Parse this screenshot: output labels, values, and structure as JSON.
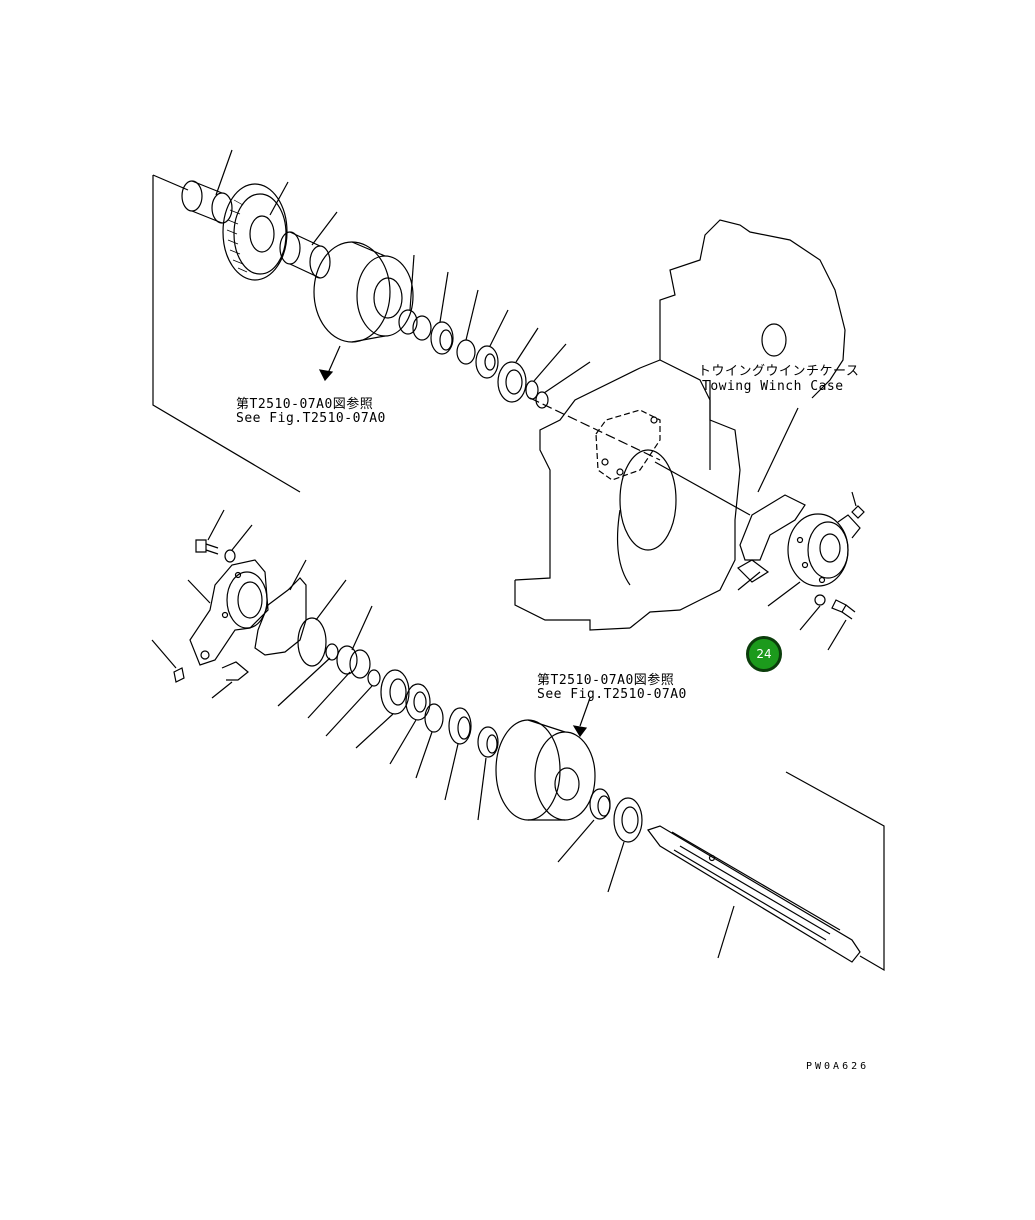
{
  "labels": {
    "case_jp": "トウイングウインチケース",
    "case_en": "Towing Winch Case",
    "ref_top_jp": "第T2510-07A0図参照",
    "ref_top_en": "See Fig.T2510-07A0",
    "ref_bottom_jp": "第T2510-07A0図参照",
    "ref_bottom_en": "See Fig.T2510-07A0",
    "drawing_code": "PW0A626"
  },
  "callout": {
    "number": "24",
    "color": "#1c9a1c",
    "border_color": "#0b3d0b"
  }
}
